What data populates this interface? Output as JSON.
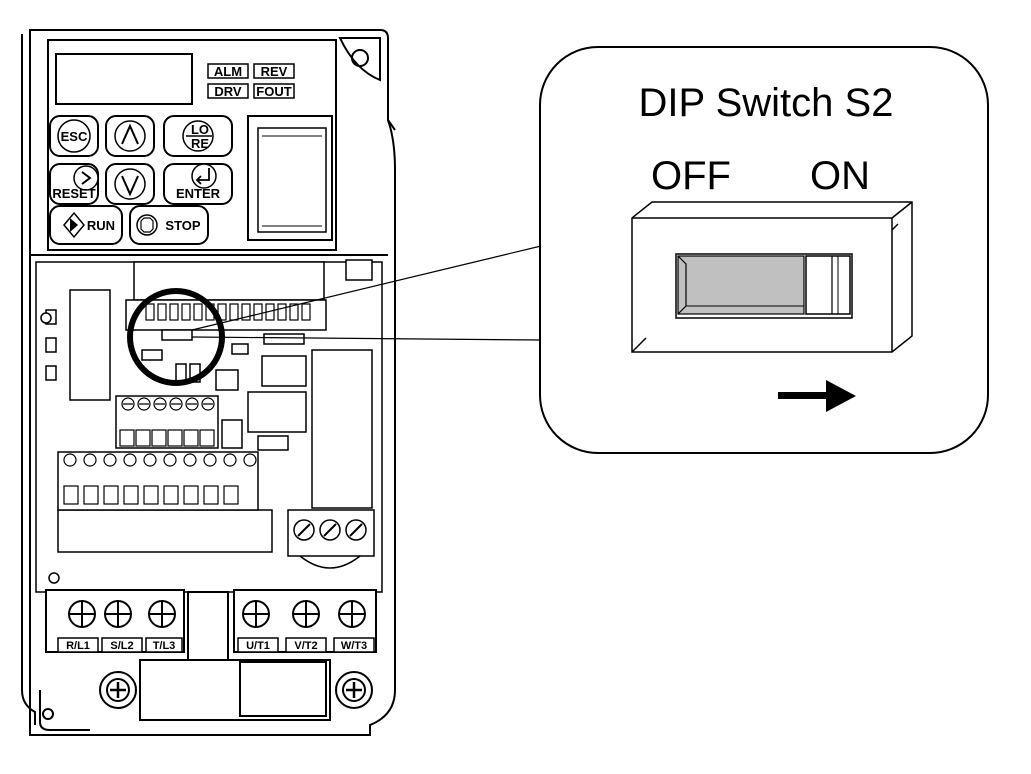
{
  "callout": {
    "title": "DIP Switch S2",
    "off_label": "OFF",
    "on_label": "ON"
  },
  "indicators": {
    "alm": "ALM",
    "rev": "REV",
    "drv": "DRV",
    "fout": "FOUT"
  },
  "keys": {
    "esc": "ESC",
    "lo": "LO",
    "re": "RE",
    "reset": "RESET",
    "enter": "ENTER",
    "run": "RUN",
    "stop": "STOP"
  },
  "terminals": {
    "input": [
      "R/L1",
      "S/L2",
      "T/L3"
    ],
    "output": [
      "U/T1",
      "V/T2",
      "W/T3"
    ]
  },
  "switch_state": "ON"
}
